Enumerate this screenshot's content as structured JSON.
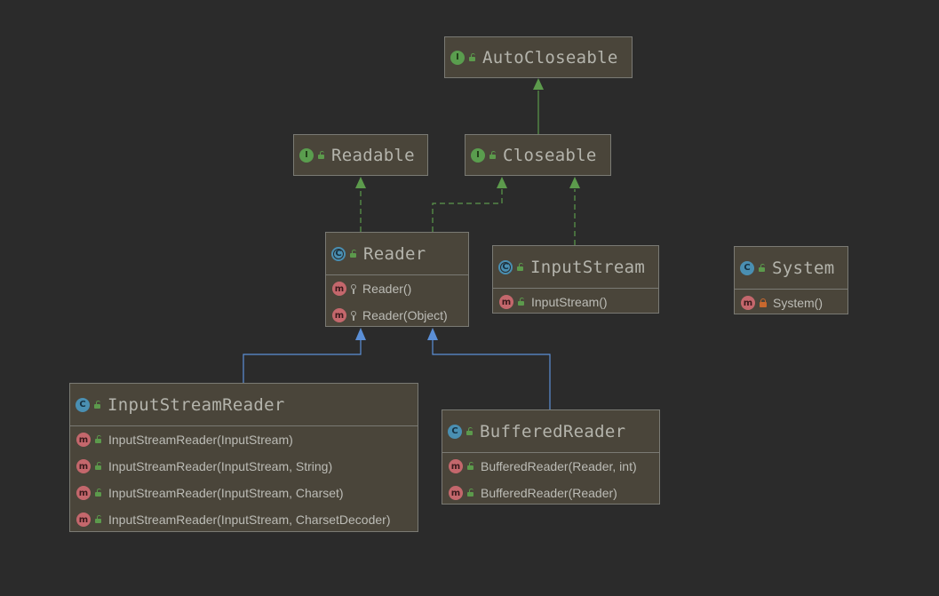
{
  "nodes": {
    "autocloseable": {
      "name": "AutoCloseable",
      "kind": "I"
    },
    "readable": {
      "name": "Readable",
      "kind": "I"
    },
    "closeable": {
      "name": "Closeable",
      "kind": "I"
    },
    "reader": {
      "name": "Reader",
      "kind": "C",
      "members": [
        "Reader()",
        "Reader(Object)"
      ]
    },
    "inputstream": {
      "name": "InputStream",
      "kind": "C",
      "members": [
        "InputStream()"
      ]
    },
    "system": {
      "name": "System",
      "kind": "C",
      "members": [
        "System()"
      ]
    },
    "inputstreamreader": {
      "name": "InputStreamReader",
      "kind": "C",
      "members": [
        "InputStreamReader(InputStream)",
        "InputStreamReader(InputStream, String)",
        "InputStreamReader(InputStream, Charset)",
        "InputStreamReader(InputStream, CharsetDecoder)"
      ]
    },
    "bufferedreader": {
      "name": "BufferedReader",
      "kind": "C",
      "members": [
        "BufferedReader(Reader, int)",
        "BufferedReader(Reader)"
      ]
    }
  },
  "member_badge": "m",
  "colors": {
    "background": "#2b2b2b",
    "node_fill": "#4a453a",
    "node_border": "#7a7a74",
    "interface_edge": "#5c9a4c",
    "extends_edge": "#5b8fd6"
  }
}
